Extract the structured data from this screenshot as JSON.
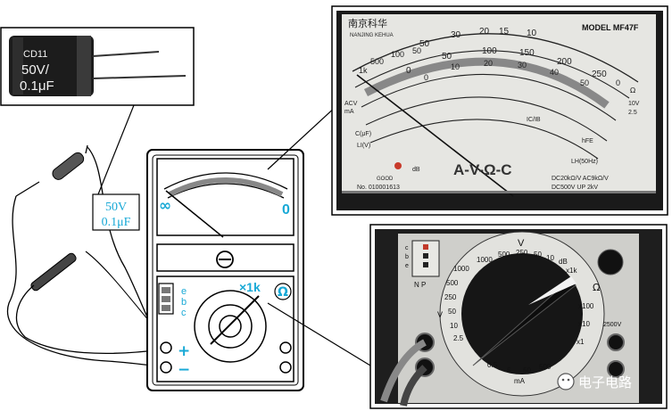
{
  "capacitor": {
    "marking_line1": "CD11",
    "marking_line2": "50V/",
    "marking_line3": "0.1μF"
  },
  "cap_label": {
    "voltage": "50V",
    "capacitance": "0.1μF"
  },
  "meter_drawing": {
    "scale_left": "∞",
    "scale_right": "0",
    "plus_sign": "+",
    "minus_sign": "−",
    "range_label": "×1k",
    "ohm_symbol": "Ω",
    "transistor_pins": [
      "e",
      "b",
      "c"
    ]
  },
  "dial_photo": {
    "brand_cn": "南京科华",
    "brand_en": "NANJING KEHUA",
    "model": "MODEL MF47F",
    "top_ohm_ticks": [
      "50",
      "30",
      "20",
      "15",
      "10"
    ],
    "row2_ticks": [
      "500",
      "1k",
      "100",
      "50",
      "0"
    ],
    "row3_ticks": [
      "0",
      "50",
      "100",
      "150",
      "200",
      "250"
    ],
    "row4_ticks": [
      "0",
      "10",
      "20",
      "30",
      "40",
      "50"
    ],
    "acv_label": "ACV",
    "ma_label": "mA",
    "ci_label": "C(μF)",
    "li_label": "LI(V)",
    "ic_label": "IC/IB",
    "hfe_label": "hFE",
    "db_label": "dB",
    "lhz_label": "LH(50Hz)",
    "avoc": "A-V-Ω-C",
    "good_label": "GOOD",
    "spec_line1": "DC20kΩ/V  AC9kΩ/V",
    "spec_line2": "DC500V  UP  2kV",
    "serial": "No. 010001613",
    "right_labels": [
      "Ω",
      "10V",
      "2.5"
    ]
  },
  "panel_photo": {
    "top_v": "V",
    "v_ticks": [
      "1000",
      "500",
      "250",
      "50",
      "10"
    ],
    "db_label": "dB",
    "left_ticks": [
      "1000",
      "500",
      "250",
      "50",
      "10",
      "2.5"
    ],
    "right_ticks": [
      "x1k",
      "x100",
      "x10",
      "x1"
    ],
    "ohm_label": "Ω",
    "v_side": "V",
    "socket_letters": [
      "c",
      "b",
      "e"
    ],
    "np_label": "N  P",
    "ma_label": "mA",
    "bottom_ticks": [
      "0.5",
      "5",
      "50",
      "500"
    ],
    "side_note": "2500V"
  },
  "watermark": {
    "text": "电子电路"
  },
  "colors": {
    "cyan": "#19a9d6",
    "pointer_red": "#3a3a3a",
    "photo_dark": "#1c1c1c",
    "dial_face": "#e6e6e2"
  }
}
